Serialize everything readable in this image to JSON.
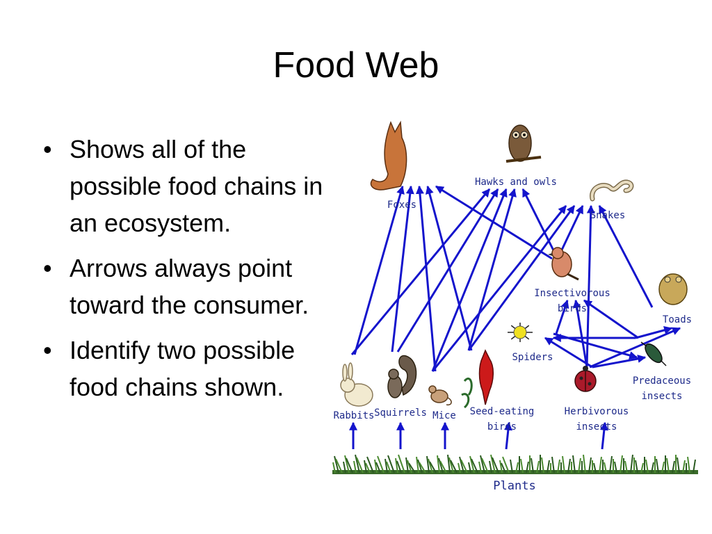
{
  "slide": {
    "title": "Food Web",
    "bullets": [
      "Shows all of the possible food chains in an ecosystem.",
      "Arrows always point toward the consumer.",
      "Identify two possible food chains shown."
    ]
  },
  "diagram": {
    "nodes": [
      {
        "id": "foxes",
        "label": [
          "Foxes"
        ],
        "icon": "fox-icon"
      },
      {
        "id": "hawks",
        "label": [
          "Hawks and owls"
        ],
        "icon": "owl-icon"
      },
      {
        "id": "snakes",
        "label": [
          "Snakes"
        ],
        "icon": "snake-icon"
      },
      {
        "id": "insectivorous-birds",
        "label": [
          "Insectivorous",
          "birds"
        ],
        "icon": "small-bird-icon"
      },
      {
        "id": "toads",
        "label": [
          "Toads"
        ],
        "icon": "toad-icon"
      },
      {
        "id": "spiders",
        "label": [
          "Spiders"
        ],
        "icon": "spider-icon"
      },
      {
        "id": "predaceous-insects",
        "label": [
          "Predaceous",
          "insects"
        ],
        "icon": "beetle-icon"
      },
      {
        "id": "rabbits",
        "label": [
          "Rabbits"
        ],
        "icon": "rabbit-icon"
      },
      {
        "id": "squirrels",
        "label": [
          "Squirrels"
        ],
        "icon": "squirrel-icon"
      },
      {
        "id": "mice",
        "label": [
          "Mice"
        ],
        "icon": "mouse-icon"
      },
      {
        "id": "seed-eating-birds",
        "label": [
          "Seed-eating",
          "birds"
        ],
        "icon": "cardinal-icon"
      },
      {
        "id": "herbivorous-insects",
        "label": [
          "Herbivorous",
          "insects"
        ],
        "icon": "ladybug-icon"
      },
      {
        "id": "plants",
        "label": [
          "Plants"
        ],
        "icon": "grass-icon"
      }
    ],
    "edges": [
      {
        "from": "plants",
        "to": "rabbits"
      },
      {
        "from": "plants",
        "to": "squirrels"
      },
      {
        "from": "plants",
        "to": "mice"
      },
      {
        "from": "plants",
        "to": "seed-eating-birds"
      },
      {
        "from": "plants",
        "to": "herbivorous-insects"
      },
      {
        "from": "rabbits",
        "to": "foxes"
      },
      {
        "from": "squirrels",
        "to": "foxes"
      },
      {
        "from": "mice",
        "to": "foxes"
      },
      {
        "from": "seed-eating-birds",
        "to": "foxes"
      },
      {
        "from": "insectivorous-birds",
        "to": "foxes"
      },
      {
        "from": "rabbits",
        "to": "hawks"
      },
      {
        "from": "squirrels",
        "to": "hawks"
      },
      {
        "from": "mice",
        "to": "hawks"
      },
      {
        "from": "seed-eating-birds",
        "to": "hawks"
      },
      {
        "from": "insectivorous-birds",
        "to": "hawks"
      },
      {
        "from": "mice",
        "to": "snakes"
      },
      {
        "from": "seed-eating-birds",
        "to": "snakes"
      },
      {
        "from": "insectivorous-birds",
        "to": "snakes"
      },
      {
        "from": "herbivorous-insects",
        "to": "snakes"
      },
      {
        "from": "toads",
        "to": "snakes"
      },
      {
        "from": "spiders",
        "to": "insectivorous-birds"
      },
      {
        "from": "herbivorous-insects",
        "to": "insectivorous-birds"
      },
      {
        "from": "predaceous-insects",
        "to": "insectivorous-birds"
      },
      {
        "from": "herbivorous-insects",
        "to": "spiders"
      },
      {
        "from": "predaceous-insects",
        "to": "spiders"
      },
      {
        "from": "spiders",
        "to": "predaceous-insects"
      },
      {
        "from": "herbivorous-insects",
        "to": "predaceous-insects"
      },
      {
        "from": "predaceous-insects",
        "to": "toads"
      },
      {
        "from": "herbivorous-insects",
        "to": "toads"
      }
    ]
  }
}
